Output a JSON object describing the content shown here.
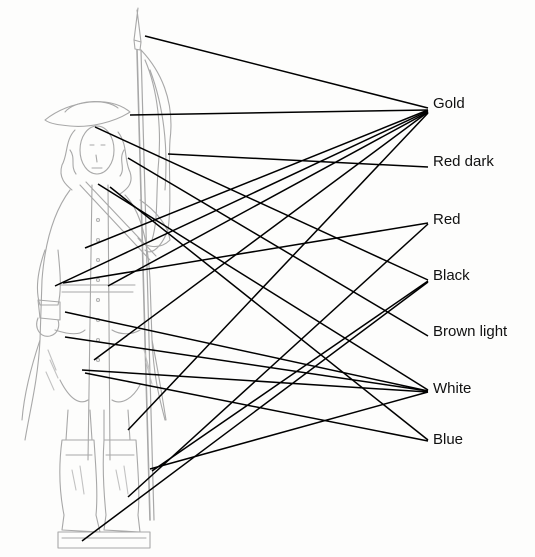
{
  "colors": {
    "leader_line": "#000000",
    "sketch_stroke": "#9a9a9a",
    "background": "#fdfdfc"
  },
  "figure": {
    "subject": "pencil-sketch-soldier-with-flag"
  },
  "labels": {
    "gold": "Gold",
    "red_dark": "Red dark",
    "red": "Red",
    "black": "Black",
    "brown_light": "Brown light",
    "white": "White",
    "blue": "Blue"
  }
}
